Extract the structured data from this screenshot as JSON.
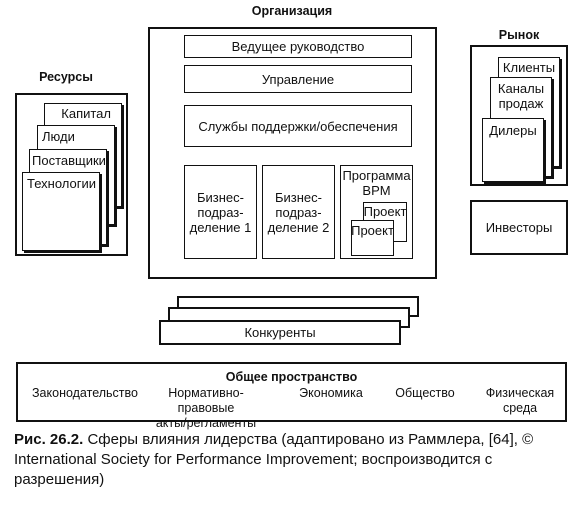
{
  "organization": {
    "title": "Организация",
    "leadership": "Ведущее руководство",
    "management": "Управление",
    "support": "Службы поддержки/обеспечения",
    "unit1": "Бизнес-\nподраз-\nделение 1",
    "unit2": "Бизнес-\nподраз-\nделение 2",
    "bpm": "Программа\nBPM",
    "project_a": "Проект",
    "project_b": "Проект"
  },
  "resources": {
    "title": "Ресурсы",
    "items": [
      "Капитал",
      "Люди",
      "Поставщики",
      "Технологии"
    ]
  },
  "market": {
    "title": "Рынок",
    "items": [
      "Клиенты",
      "Каналы\nпродаж",
      "Дилеры"
    ]
  },
  "investors": "Инвесторы",
  "competitors": "Конкуренты",
  "common_space": {
    "title": "Общее пространство",
    "items": [
      "Законодательство",
      "Нормативно-правовые\nакты/регламенты",
      "Экономика",
      "Общество",
      "Физическая\nсреда"
    ]
  },
  "caption": {
    "label": "Рис. 26.2.",
    "text": "Сферы влияния лидерства (адаптировано из Раммлера, [64], © International Society for Performance Improvement; воспроизводится с разрешения)"
  }
}
